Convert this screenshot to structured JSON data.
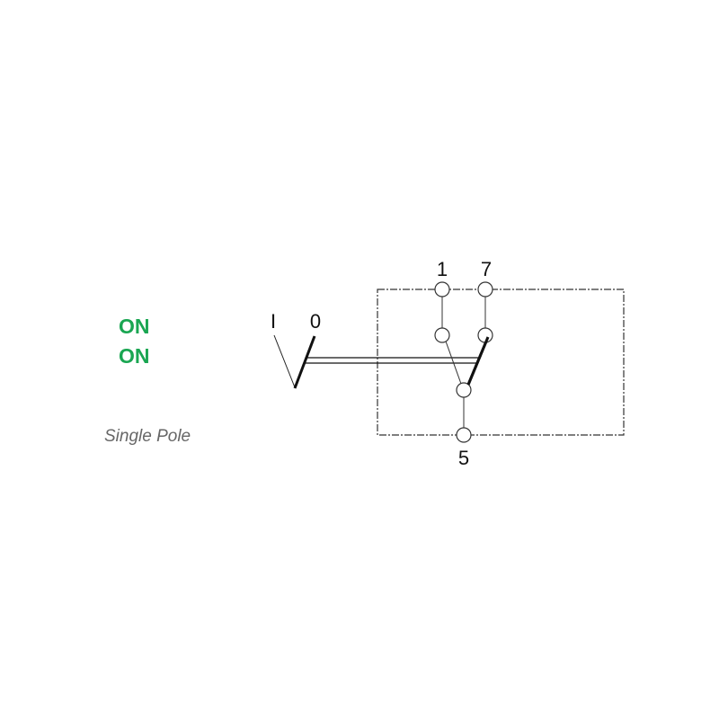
{
  "states": [
    "ON",
    "ON"
  ],
  "caption": "Single Pole",
  "labels": {
    "pos_i": "I",
    "pos_0": "0",
    "t1": "1",
    "t7": "7",
    "t5": "5"
  },
  "colors": {
    "state": "#1aa652",
    "caption": "#666666",
    "line": "#111111"
  }
}
